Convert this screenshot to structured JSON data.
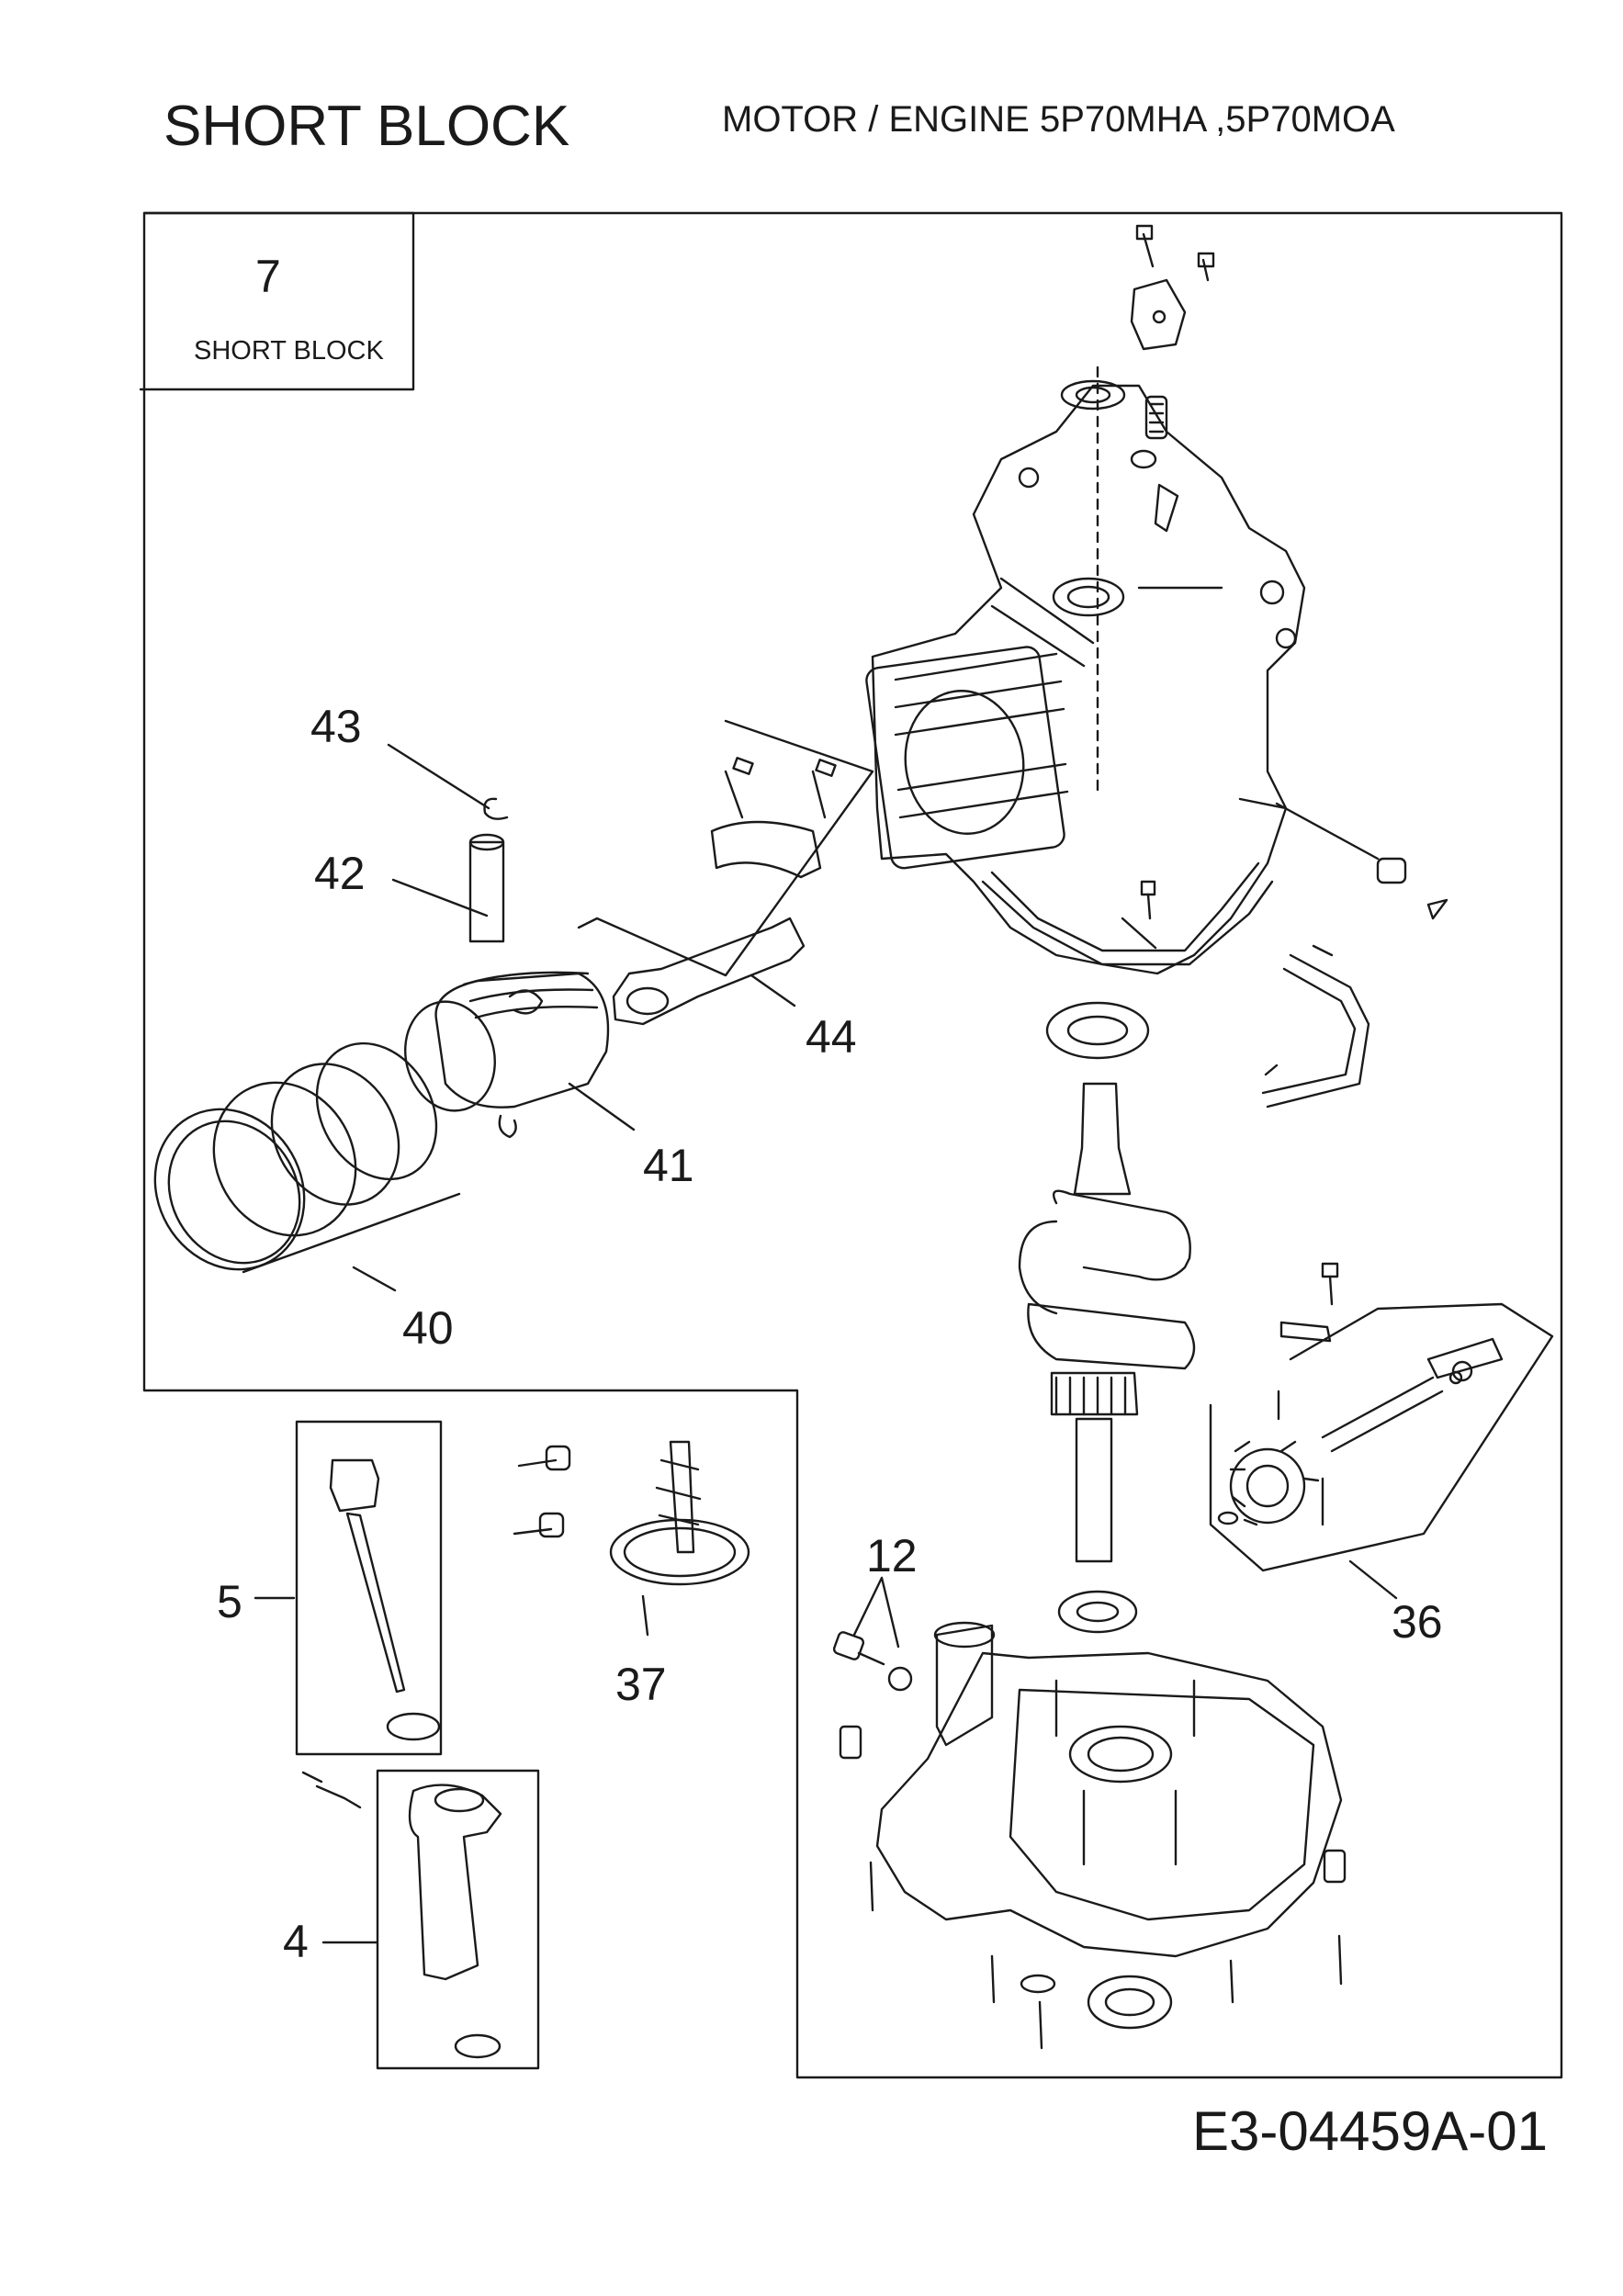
{
  "title": "SHORT BLOCK",
  "subtitle": "MOTOR / ENGINE  5P70MHA ,5P70MOA",
  "inset": {
    "number": "7",
    "label": "SHORT BLOCK"
  },
  "callouts": {
    "c43": "43",
    "c42": "42",
    "c44": "44",
    "c41": "41",
    "c40": "40",
    "c12": "12",
    "c5": "5",
    "c37": "37",
    "c36": "36",
    "c4": "4"
  },
  "document_code": "E3-04459A-01"
}
